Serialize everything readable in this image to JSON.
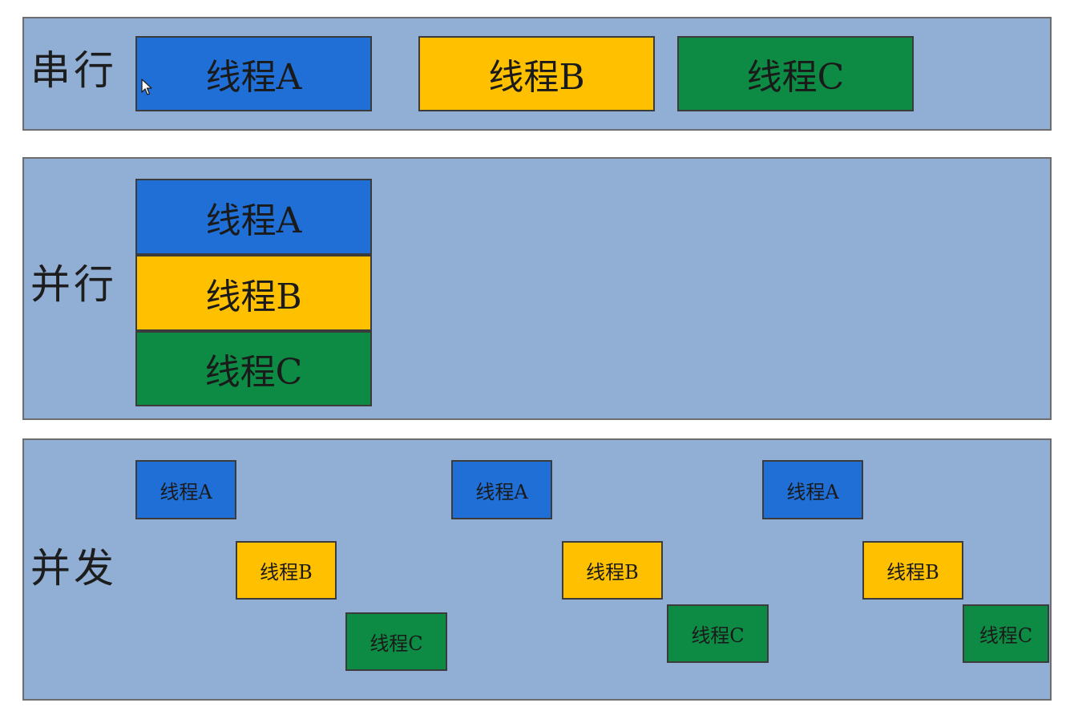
{
  "colors": {
    "panel_bg": "#91afd4",
    "thread_a": "#1f6fd6",
    "thread_b": "#ffc000",
    "thread_c": "#0d8a43"
  },
  "rows": {
    "serial": {
      "label": "串行",
      "blocks": [
        {
          "label": "线程A",
          "thread": "A"
        },
        {
          "label": "线程B",
          "thread": "B"
        },
        {
          "label": "线程C",
          "thread": "C"
        }
      ]
    },
    "parallel": {
      "label": "并行",
      "blocks": [
        {
          "label": "线程A",
          "thread": "A"
        },
        {
          "label": "线程B",
          "thread": "B"
        },
        {
          "label": "线程C",
          "thread": "C"
        }
      ]
    },
    "concurrent": {
      "label": "并发",
      "blocks": [
        {
          "label": "线程A",
          "thread": "A"
        },
        {
          "label": "线程B",
          "thread": "B"
        },
        {
          "label": "线程C",
          "thread": "C"
        },
        {
          "label": "线程A",
          "thread": "A"
        },
        {
          "label": "线程B",
          "thread": "B"
        },
        {
          "label": "线程C",
          "thread": "C"
        },
        {
          "label": "线程A",
          "thread": "A"
        },
        {
          "label": "线程B",
          "thread": "B"
        },
        {
          "label": "线程C",
          "thread": "C"
        }
      ]
    }
  }
}
